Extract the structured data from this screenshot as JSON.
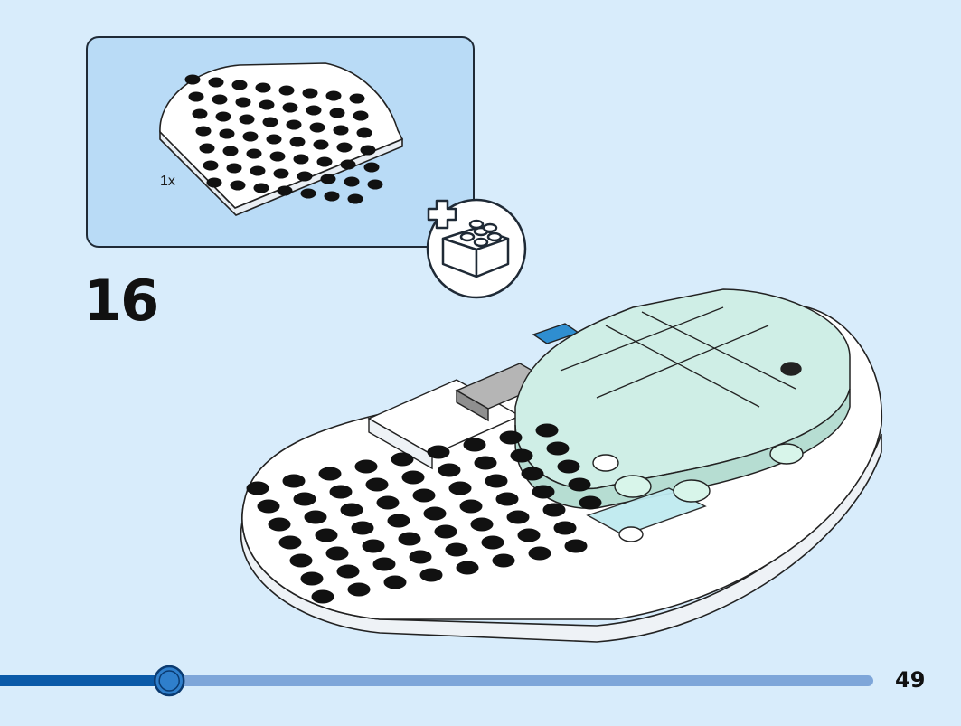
{
  "step": {
    "number": "16"
  },
  "parts": {
    "quantity": "1x",
    "part_icon": "half-round-plate-icon"
  },
  "add_badge": {
    "icon": "add-brick-icon"
  },
  "progress": {
    "fraction": 0.195
  },
  "page": {
    "number": "49"
  },
  "colors": {
    "background": "#d8ecfb",
    "parts_box": "#b9dbf6",
    "progress_fill": "#0a5aa8",
    "progress_track": "#7ea6d9",
    "mint_brick": "#cfeee6",
    "white_brick": "#ffffff",
    "blue_brick": "#1f7fc4",
    "gray_brick": "#9a9a9a"
  }
}
